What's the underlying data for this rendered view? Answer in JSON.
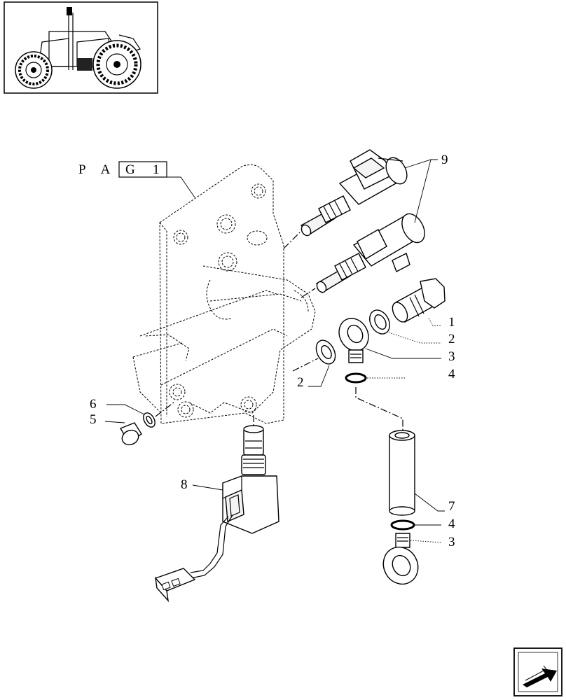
{
  "page_ref": {
    "prefix": "P A G",
    "number": "1"
  },
  "callouts": {
    "c1": "1",
    "c2a": "2",
    "c2b": "2",
    "c3a": "3",
    "c3b": "3",
    "c4a": "4",
    "c4b": "4",
    "c5": "5",
    "c6": "6",
    "c7": "7",
    "c8": "8",
    "c9": "9"
  },
  "icons": {
    "thumbnail": "tractor-thumbnail-icon",
    "navigation": "next-page-arrow-icon"
  }
}
